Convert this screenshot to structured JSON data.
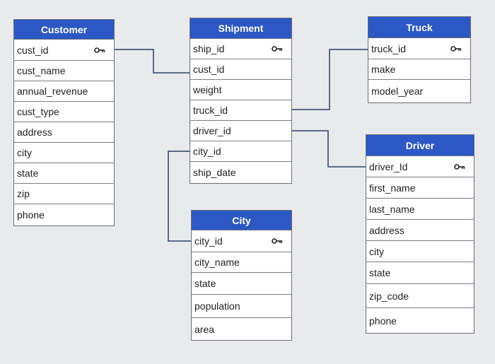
{
  "diagram": {
    "tables": {
      "customer": {
        "title": "Customer",
        "fields": [
          "cust_id",
          "cust_name",
          "annual_revenue",
          "cust_type",
          "address",
          "city",
          "state",
          "zip",
          "phone"
        ]
      },
      "shipment": {
        "title": "Shipment",
        "fields": [
          "ship_id",
          "cust_id",
          "weight",
          "truck_id",
          "driver_id",
          "city_id",
          "ship_date"
        ]
      },
      "truck": {
        "title": "Truck",
        "fields": [
          "truck_id",
          "make",
          "model_year"
        ]
      },
      "city": {
        "title": "City",
        "fields": [
          "city_id",
          "city_name",
          "state",
          "population",
          "area"
        ]
      },
      "driver": {
        "title": "Driver",
        "fields": [
          "driver_Id",
          "first_name",
          "last_name",
          "address",
          "city",
          "state",
          "zip_code",
          "phone"
        ]
      }
    },
    "colors": {
      "header": "#2b58c4",
      "header_text": "#ffffff",
      "line": "#2a3f63",
      "background": "#e9eaec"
    },
    "key_icon": "key-icon"
  }
}
